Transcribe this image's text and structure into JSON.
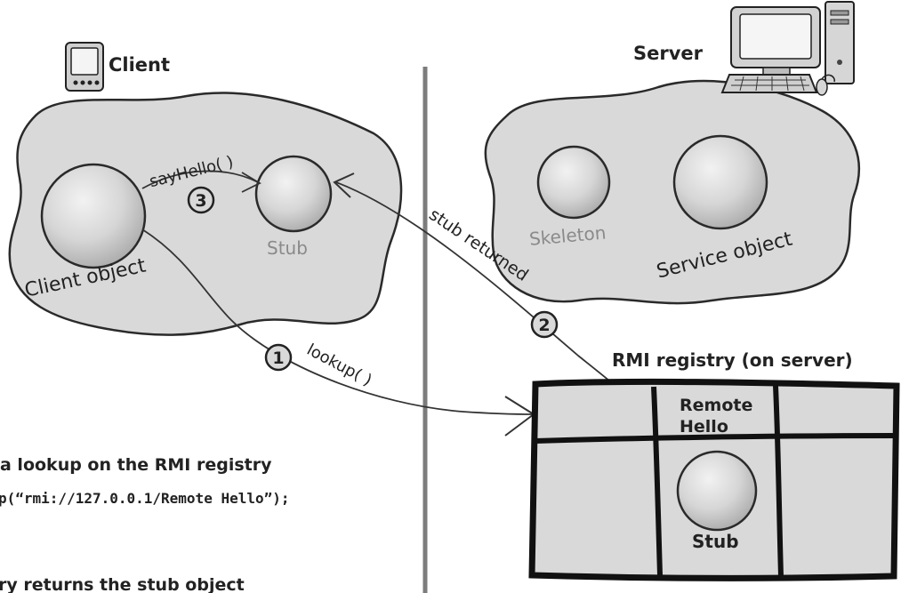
{
  "client": {
    "title": "Client",
    "client_object": "Client object",
    "stub": "Stub",
    "call_label": "sayHello( )"
  },
  "server": {
    "title": "Server",
    "skeleton": "Skeleton",
    "service_object": "Service object"
  },
  "registry": {
    "title": "RMI registry (on server)",
    "entry_line1": "Remote",
    "entry_line2": "Hello",
    "stub": "Stub"
  },
  "steps": {
    "one": "1",
    "two": "2",
    "three": "3",
    "lookup_label": "lookup( )",
    "stub_returned_label": "stub returned"
  },
  "notes": {
    "note1_heading": "a lookup on the RMI registry",
    "note1_code": "p(“rmi://127.0.0.1/Remote Hello”);",
    "note2_heading": "ry returns the stub object"
  },
  "icons": [
    "pda-icon",
    "desktop-computer-icon"
  ]
}
